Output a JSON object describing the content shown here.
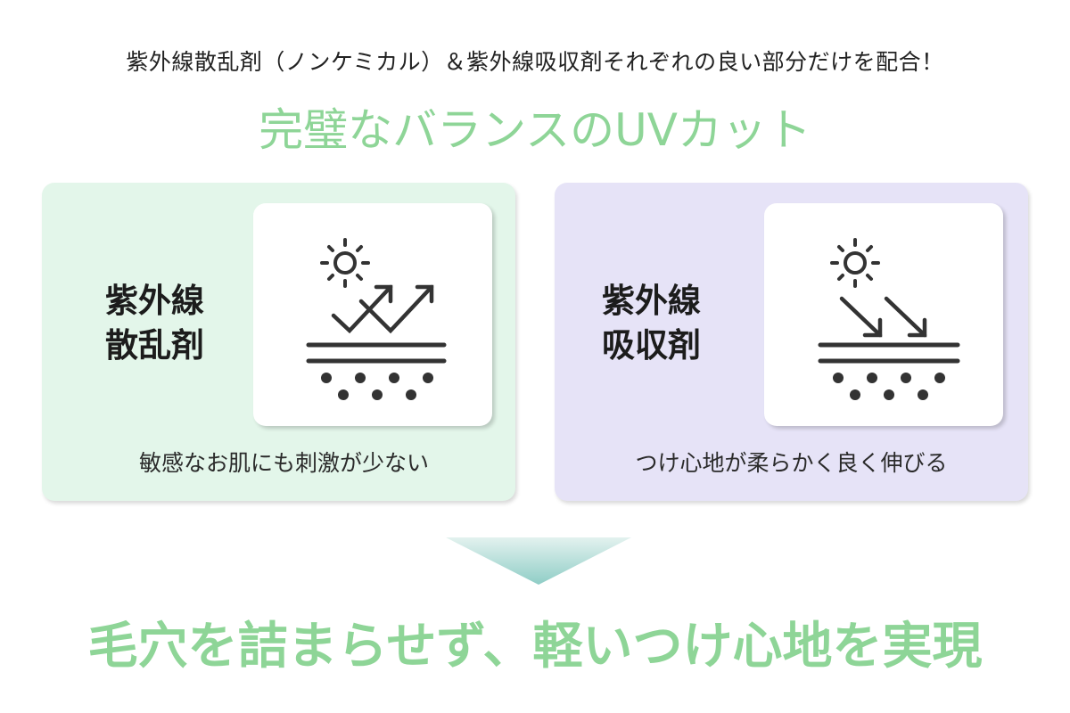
{
  "intro": "紫外線散乱剤（ノンケミカル）＆紫外線吸収剤それぞれの良い部分だけを配合！",
  "headline": "完璧なバランスのUVカット",
  "panels": [
    {
      "label_line1": "紫外線",
      "label_line2": "散乱剤",
      "caption": "敏感なお肌にも刺激が少ない",
      "icon": "uv-scatter-icon",
      "color": "#e3f6ea"
    },
    {
      "label_line1": "紫外線",
      "label_line2": "吸収剤",
      "caption": "つけ心地が柔らかく良く伸びる",
      "icon": "uv-absorb-icon",
      "color": "#e6e3f7"
    }
  ],
  "conclusion": "毛穴を詰まらせず、軽いつけ心地を実現",
  "colors": {
    "accent": "#8ed597",
    "icon": "#333333"
  }
}
